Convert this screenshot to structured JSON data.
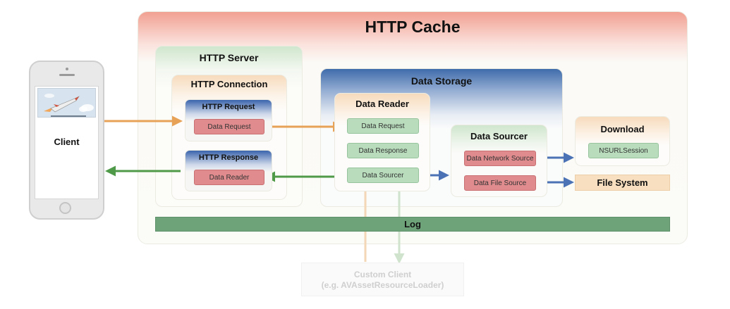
{
  "cache": {
    "title": "HTTP Cache"
  },
  "client": {
    "label": "Client"
  },
  "http_server": {
    "title": "HTTP Server",
    "connection": {
      "title": "HTTP Connection",
      "request": {
        "title": "HTTP Request",
        "item": "Data Request"
      },
      "response": {
        "title": "HTTP Response",
        "item": "Data Reader"
      }
    }
  },
  "data_storage": {
    "title": "Data Storage",
    "reader": {
      "title": "Data Reader",
      "items": [
        "Data Request",
        "Data Response",
        "Data Sourcer"
      ]
    },
    "sourcer": {
      "title": "Data Sourcer",
      "items": [
        "Data Network Source",
        "Data File Source"
      ]
    }
  },
  "download": {
    "title": "Download",
    "item": "NSURLSession"
  },
  "file_system": {
    "label": "File System"
  },
  "log": {
    "label": "Log"
  },
  "custom_client": {
    "line1": "Custom Client",
    "line2": "(e.g. AVAssetResourceLoader)"
  },
  "colors": {
    "orange_arrow": "#e8a257",
    "green_arrow": "#4f9a48",
    "blue_arrow": "#4a72b5",
    "log_bar": "#6ea37a",
    "cache_header": "#f1a091",
    "storage_header": "#3f6cab",
    "request_header": "#3a64ad",
    "chip_red": "#e08c8e",
    "chip_green": "#b8dcbc"
  }
}
